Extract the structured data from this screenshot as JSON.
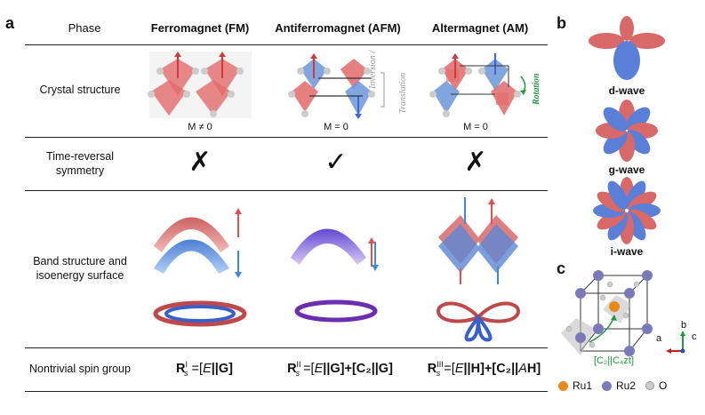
{
  "panel_a": {
    "label": "a",
    "headers": {
      "phase": "Phase",
      "fm": "Ferromagnet (FM)",
      "afm": "Antiferromagnet (AFM)",
      "am": "Altermagnet (AM)"
    },
    "rows": {
      "crystal": "Crystal structure",
      "trs": "Time-reversal symmetry",
      "band": "Band structure and isoenergy surface",
      "spin_group": "Nontrivial spin group"
    },
    "magnetization": {
      "fm": "M ≠ 0",
      "afm": "M = 0",
      "am": "M = 0"
    },
    "side_labels": {
      "inversion": "Inversion /",
      "translation": "Translation",
      "rotation": "Rotation"
    },
    "trs_symbols": {
      "fm": "✗",
      "afm": "✓",
      "am": "✗"
    },
    "formulas": {
      "fm": {
        "main": "R",
        "sup": "I",
        "sub": "s",
        "rest_pre": " =[",
        "E": "E",
        "rest_post": "||G]"
      },
      "afm": {
        "main": "R",
        "sup": "II",
        "sub": "s",
        "rest_pre": " =[",
        "E": "E",
        "rest_post": "||G]+[C₂||G]"
      },
      "am": {
        "main": "R",
        "sup": "III",
        "sub": "s",
        "rest_pre": " =[",
        "E": "E",
        "rest_post": "||H]+[C₂||",
        "A": "A",
        "rest_end": "H]"
      }
    }
  },
  "panel_b": {
    "label": "b",
    "waves": [
      "d-wave",
      "g-wave",
      "i-wave"
    ]
  },
  "panel_c": {
    "label": "c",
    "operation": "[C₂||C₄zt]",
    "axes": {
      "a": "a",
      "b": "b",
      "c": "c"
    },
    "legend": {
      "ru1": "Ru1",
      "ru2": "Ru2",
      "o": "O"
    }
  },
  "colors": {
    "red": "#d9534f",
    "blue": "#4a7fd4",
    "purple": "#7b3fb8",
    "green": "#1e9a3e",
    "orange": "#e88a1a",
    "lavender": "#7a7ab8"
  }
}
